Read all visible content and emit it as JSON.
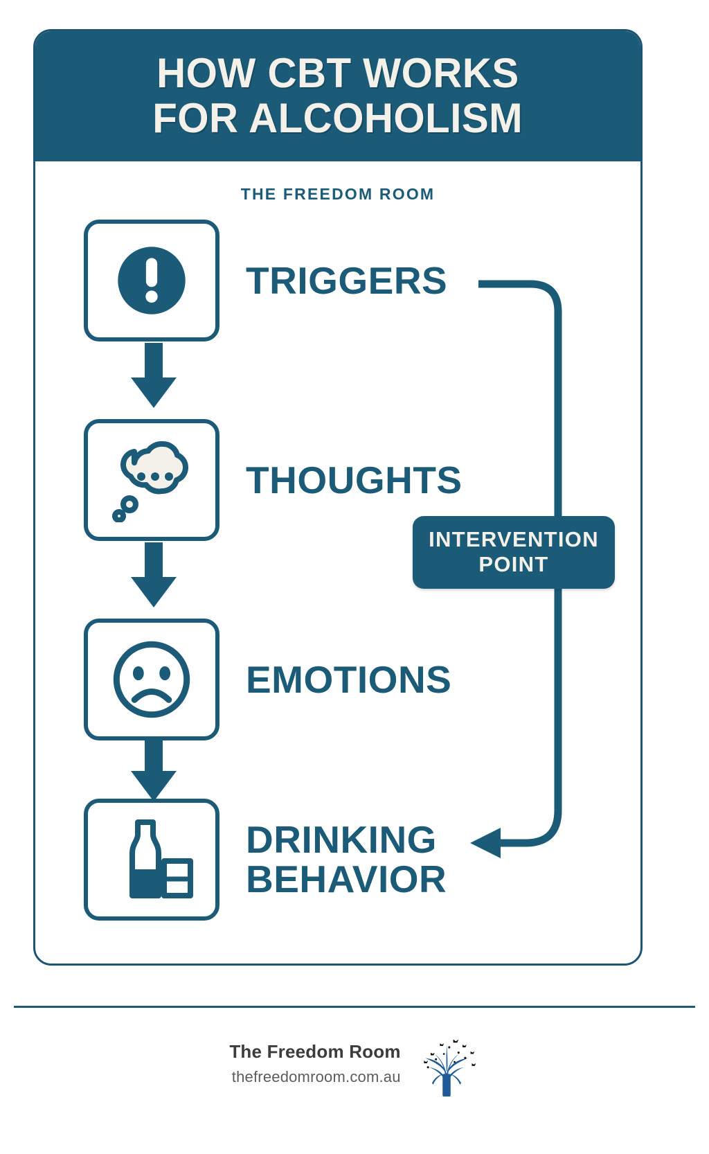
{
  "poster": {
    "title_line_1": "HOW CBT WORKS",
    "title_line_2": "FOR ALCOHOLISM",
    "brand_subtitle": "THE FREEDOM ROOM",
    "colors": {
      "primary": "#1c5b77",
      "header_bg": "#1c5b77",
      "cream": "#f4f1ea",
      "page_bg": "#ffffff"
    }
  },
  "flow": {
    "steps": [
      {
        "label": "TRIGGERS",
        "icon": "exclamation-circle-icon"
      },
      {
        "label": "THOUGHTS",
        "icon": "thought-bubble-icon"
      },
      {
        "label": "EMOTIONS",
        "icon": "sad-face-icon"
      },
      {
        "label": "DRINKING\nBEHAVIOR",
        "icon": "bottle-and-glass-icon"
      }
    ],
    "connector_arrows": 3,
    "loop_arrow": {
      "from": "TRIGGERS",
      "to": "DRINKING BEHAVIOR",
      "direction": "right-down-left"
    }
  },
  "intervention": {
    "label": "INTERVENTION\nPOINT"
  },
  "footer": {
    "name": "The Freedom Room",
    "url": "thefreedomroom.com.au",
    "logo": "tree-logo"
  }
}
